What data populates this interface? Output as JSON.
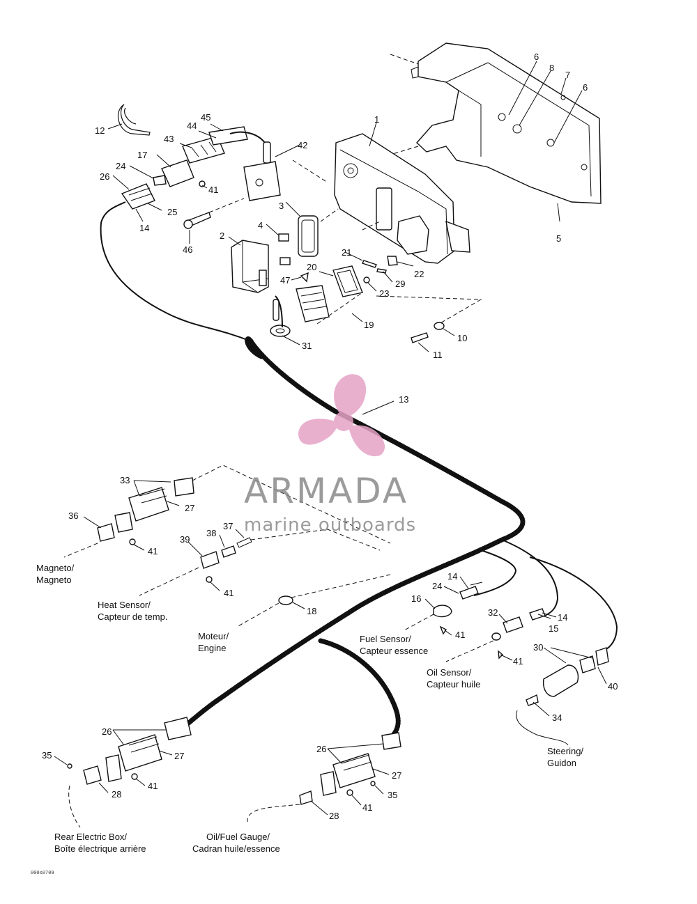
{
  "parts": [
    {
      "id": "p1",
      "num": "1"
    },
    {
      "id": "p2",
      "num": "2"
    },
    {
      "id": "p3",
      "num": "3"
    },
    {
      "id": "p4",
      "num": "4"
    },
    {
      "id": "p5",
      "num": "5"
    },
    {
      "id": "p6a",
      "num": "6"
    },
    {
      "id": "p6b",
      "num": "6"
    },
    {
      "id": "p7",
      "num": "7"
    },
    {
      "id": "p8",
      "num": "8"
    },
    {
      "id": "p10",
      "num": "10"
    },
    {
      "id": "p11",
      "num": "11"
    },
    {
      "id": "p12",
      "num": "12"
    },
    {
      "id": "p13",
      "num": "13"
    },
    {
      "id": "p14a",
      "num": "14"
    },
    {
      "id": "p14b",
      "num": "14"
    },
    {
      "id": "p14c",
      "num": "14"
    },
    {
      "id": "p15",
      "num": "15"
    },
    {
      "id": "p16",
      "num": "16"
    },
    {
      "id": "p17",
      "num": "17"
    },
    {
      "id": "p18",
      "num": "18"
    },
    {
      "id": "p19",
      "num": "19"
    },
    {
      "id": "p20",
      "num": "20"
    },
    {
      "id": "p21",
      "num": "21"
    },
    {
      "id": "p22",
      "num": "22"
    },
    {
      "id": "p23",
      "num": "23"
    },
    {
      "id": "p24a",
      "num": "24"
    },
    {
      "id": "p24b",
      "num": "24"
    },
    {
      "id": "p25",
      "num": "25"
    },
    {
      "id": "p26a",
      "num": "26"
    },
    {
      "id": "p26b",
      "num": "26"
    },
    {
      "id": "p26c",
      "num": "26"
    },
    {
      "id": "p27a",
      "num": "27"
    },
    {
      "id": "p27b",
      "num": "27"
    },
    {
      "id": "p27c",
      "num": "27"
    },
    {
      "id": "p28a",
      "num": "28"
    },
    {
      "id": "p28b",
      "num": "28"
    },
    {
      "id": "p29",
      "num": "29"
    },
    {
      "id": "p30",
      "num": "30"
    },
    {
      "id": "p31",
      "num": "31"
    },
    {
      "id": "p32",
      "num": "32"
    },
    {
      "id": "p33",
      "num": "33"
    },
    {
      "id": "p34",
      "num": "34"
    },
    {
      "id": "p35a",
      "num": "35"
    },
    {
      "id": "p35b",
      "num": "35"
    },
    {
      "id": "p36",
      "num": "36"
    },
    {
      "id": "p37",
      "num": "37"
    },
    {
      "id": "p38",
      "num": "38"
    },
    {
      "id": "p39",
      "num": "39"
    },
    {
      "id": "p40",
      "num": "40"
    },
    {
      "id": "p41a",
      "num": "41"
    },
    {
      "id": "p41b",
      "num": "41"
    },
    {
      "id": "p41c",
      "num": "41"
    },
    {
      "id": "p41d",
      "num": "41"
    },
    {
      "id": "p41e",
      "num": "41"
    },
    {
      "id": "p41f",
      "num": "41"
    },
    {
      "id": "p41g",
      "num": "41"
    },
    {
      "id": "p41h",
      "num": "41"
    },
    {
      "id": "p42",
      "num": "42"
    },
    {
      "id": "p43",
      "num": "43"
    },
    {
      "id": "p44",
      "num": "44"
    },
    {
      "id": "p45",
      "num": "45"
    },
    {
      "id": "p46",
      "num": "46"
    },
    {
      "id": "p47",
      "num": "47"
    }
  ],
  "locations": {
    "magneto": [
      "Magneto/",
      "Magneto"
    ],
    "heat_sensor": [
      "Heat Sensor/",
      "Capteur de temp."
    ],
    "engine": [
      "Moteur/",
      "Engine"
    ],
    "fuel_sensor": [
      "Fuel Sensor/",
      "Capteur essence"
    ],
    "oil_sensor": [
      "Oil Sensor/",
      "Capteur huile"
    ],
    "steering": [
      "Steering/",
      "Guidon"
    ],
    "rear_box": [
      "Rear Electric Box/",
      "Boîte électrique arrière"
    ],
    "gauge": [
      "Oil/Fuel Gauge/",
      "Cadran huile/essence"
    ]
  },
  "watermark": {
    "title": "ARMADA",
    "subtitle": "marine outboards",
    "color": "#e6a3c6",
    "text_color": "#8a8a8a"
  },
  "footer_code": "000s0709"
}
